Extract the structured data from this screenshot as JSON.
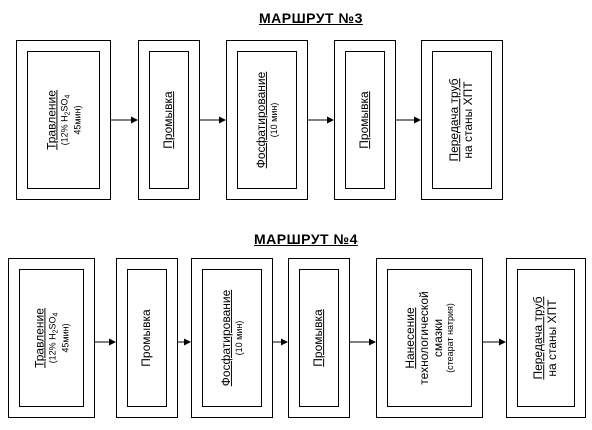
{
  "route3": {
    "title": "МАРШРУТ  №3",
    "steps": [
      {
        "label": "Травление",
        "note_prefix": "(12% H",
        "note_sub1": "2",
        "note_mid": "SO",
        "note_sub2": "4",
        "note_line2": "45мин)"
      },
      {
        "label": "Промывка"
      },
      {
        "label": "Фосфатирование",
        "note": "(10 мин)"
      },
      {
        "label": "Промывка"
      },
      {
        "label_line1": "Передача труб",
        "label_line2": "на станы ХПТ"
      }
    ]
  },
  "route4": {
    "title": "МАРШРУТ  №4",
    "steps": [
      {
        "label": "Травление",
        "note_prefix": "(12% H",
        "note_sub1": "2",
        "note_mid": "SO",
        "note_sub2": "4",
        "note_line2": "45мин)"
      },
      {
        "label": "Промывка"
      },
      {
        "label": "Фосфатирование",
        "note": "(10 мин)"
      },
      {
        "label": "Промывка"
      },
      {
        "label_line1": "Нанесение",
        "label_line2": "технологической",
        "label_line3": "смазки",
        "note": "(стеарат натрия)"
      },
      {
        "label_line1": "Передача труб",
        "label_line2": "на станы ХПТ"
      }
    ]
  }
}
